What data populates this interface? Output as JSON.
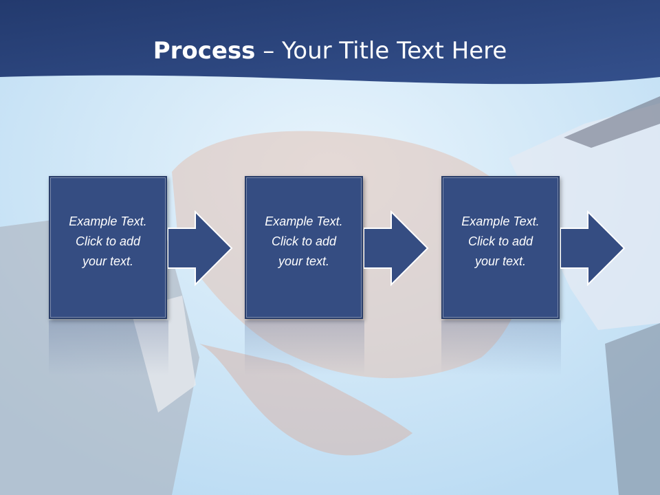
{
  "slide": {
    "title_bold": "Process",
    "title_rest": " – Your Title Text Here"
  },
  "steps": [
    {
      "line1": "Example Text.",
      "line2": "Click  to add",
      "line3": "your text."
    },
    {
      "line1": "Example Text.",
      "line2": "Click  to add",
      "line3": "your text."
    },
    {
      "line1": "Example Text.",
      "line2": "Click  to add",
      "line3": "your text."
    }
  ],
  "colors": {
    "header": "#2c447a",
    "box": "#354d82",
    "text": "#ffffff"
  },
  "icons": [
    "right-arrow-icon"
  ]
}
